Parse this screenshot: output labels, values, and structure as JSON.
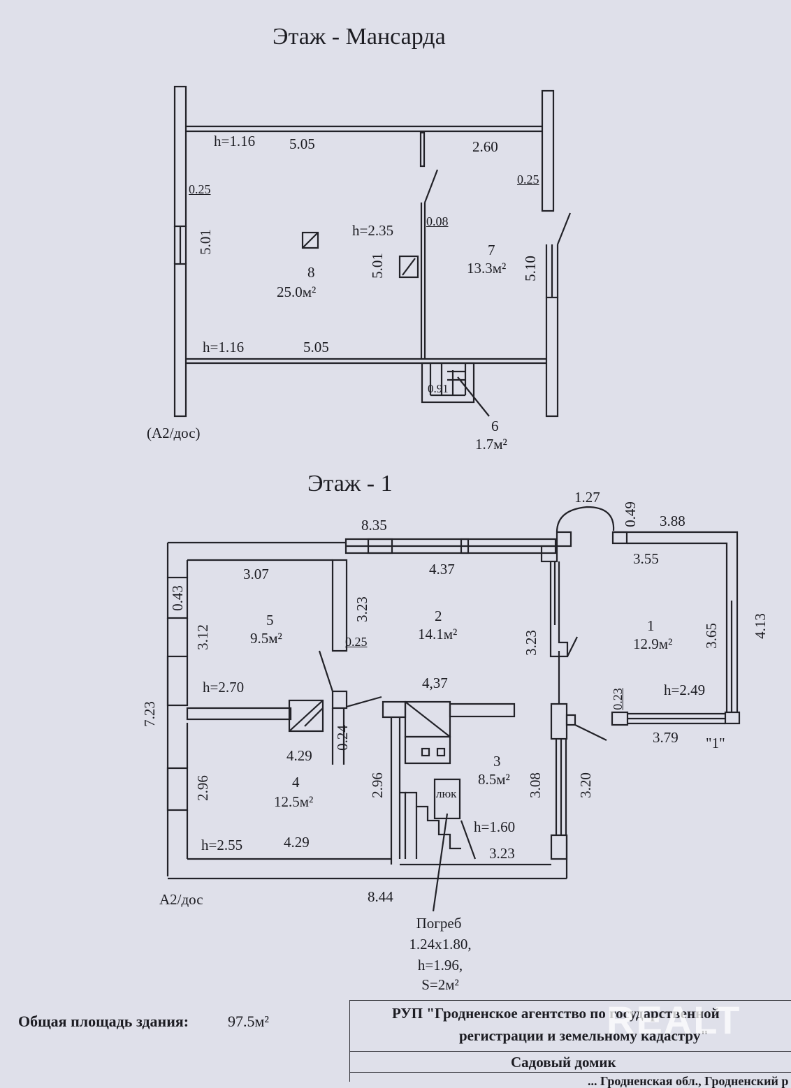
{
  "mansard": {
    "title": "Этаж - Мансарда",
    "dims": {
      "h_top": "h=1.16",
      "top_left": "5.05",
      "top_right": "2.60",
      "w_left": "0.25",
      "w_right": "0.25",
      "h_mid": "h=2.35",
      "wall": "0.08",
      "left_side": "5.01",
      "mid_side": "5.01",
      "right_side": "5.10",
      "h_bot": "h=1.16",
      "bot": "5.05",
      "stair": "0.91"
    },
    "rooms": [
      {
        "num": "8",
        "area": "25.0м²"
      },
      {
        "num": "7",
        "area": "13.3м²"
      },
      {
        "num": "6",
        "area": "1.7м²"
      }
    ],
    "tag": "(А2/дос)"
  },
  "floor1": {
    "title": "Этаж - 1",
    "dims": {
      "total_top": "8.35",
      "porch_w": "1.27",
      "porch_d": "0.49",
      "r1_top_out": "3.88",
      "r5_top": "3.07",
      "r2_top": "4.37",
      "r1_top": "3.55",
      "left_w": "0.43",
      "r5_side": "3.12",
      "r2_left": "3.23",
      "wall_025": "0.25",
      "r2_right": "3.23",
      "r1_side": "3.65",
      "r1_out": "4.13",
      "total_left": "7.23",
      "h5": "h=2.70",
      "r2_bot": "4,37",
      "r1_w": "0.23",
      "h1": "h=2.49",
      "r1_bot": "3.79",
      "wall_024": "0.24",
      "r4_top": "4.29",
      "r4_side": "2.96",
      "r4_right": "2.96",
      "r3_right": "3.08",
      "r3_out": "3.20",
      "h3": "h=1.60",
      "r3_bot": "3.23",
      "h4": "h=2.55",
      "r4_bot": "4.29",
      "total_bot": "8.44"
    },
    "rooms": [
      {
        "num": "5",
        "area": "9.5м²"
      },
      {
        "num": "2",
        "area": "14.1м²"
      },
      {
        "num": "1",
        "area": "12.9м²"
      },
      {
        "num": "4",
        "area": "12.5м²"
      },
      {
        "num": "3",
        "area": "8.5м²"
      }
    ],
    "hatch": "люк",
    "tag_left": "А2/дос",
    "tag_right": "\"1\"",
    "cellar": [
      "Погреб",
      "1.24х1.80,",
      "h=1.96,",
      "S=2м²"
    ]
  },
  "footer": {
    "total_label": "Общая площадь здания:",
    "total_value": "97.5м²",
    "org_line1": "РУП \"Гродненское агентство по государственной",
    "org_line2": "регистрации и земельному кадастру\"",
    "object": "Садовый домик",
    "address": "... Гродненская обл., Гродненский р"
  },
  "watermark": "REALT"
}
